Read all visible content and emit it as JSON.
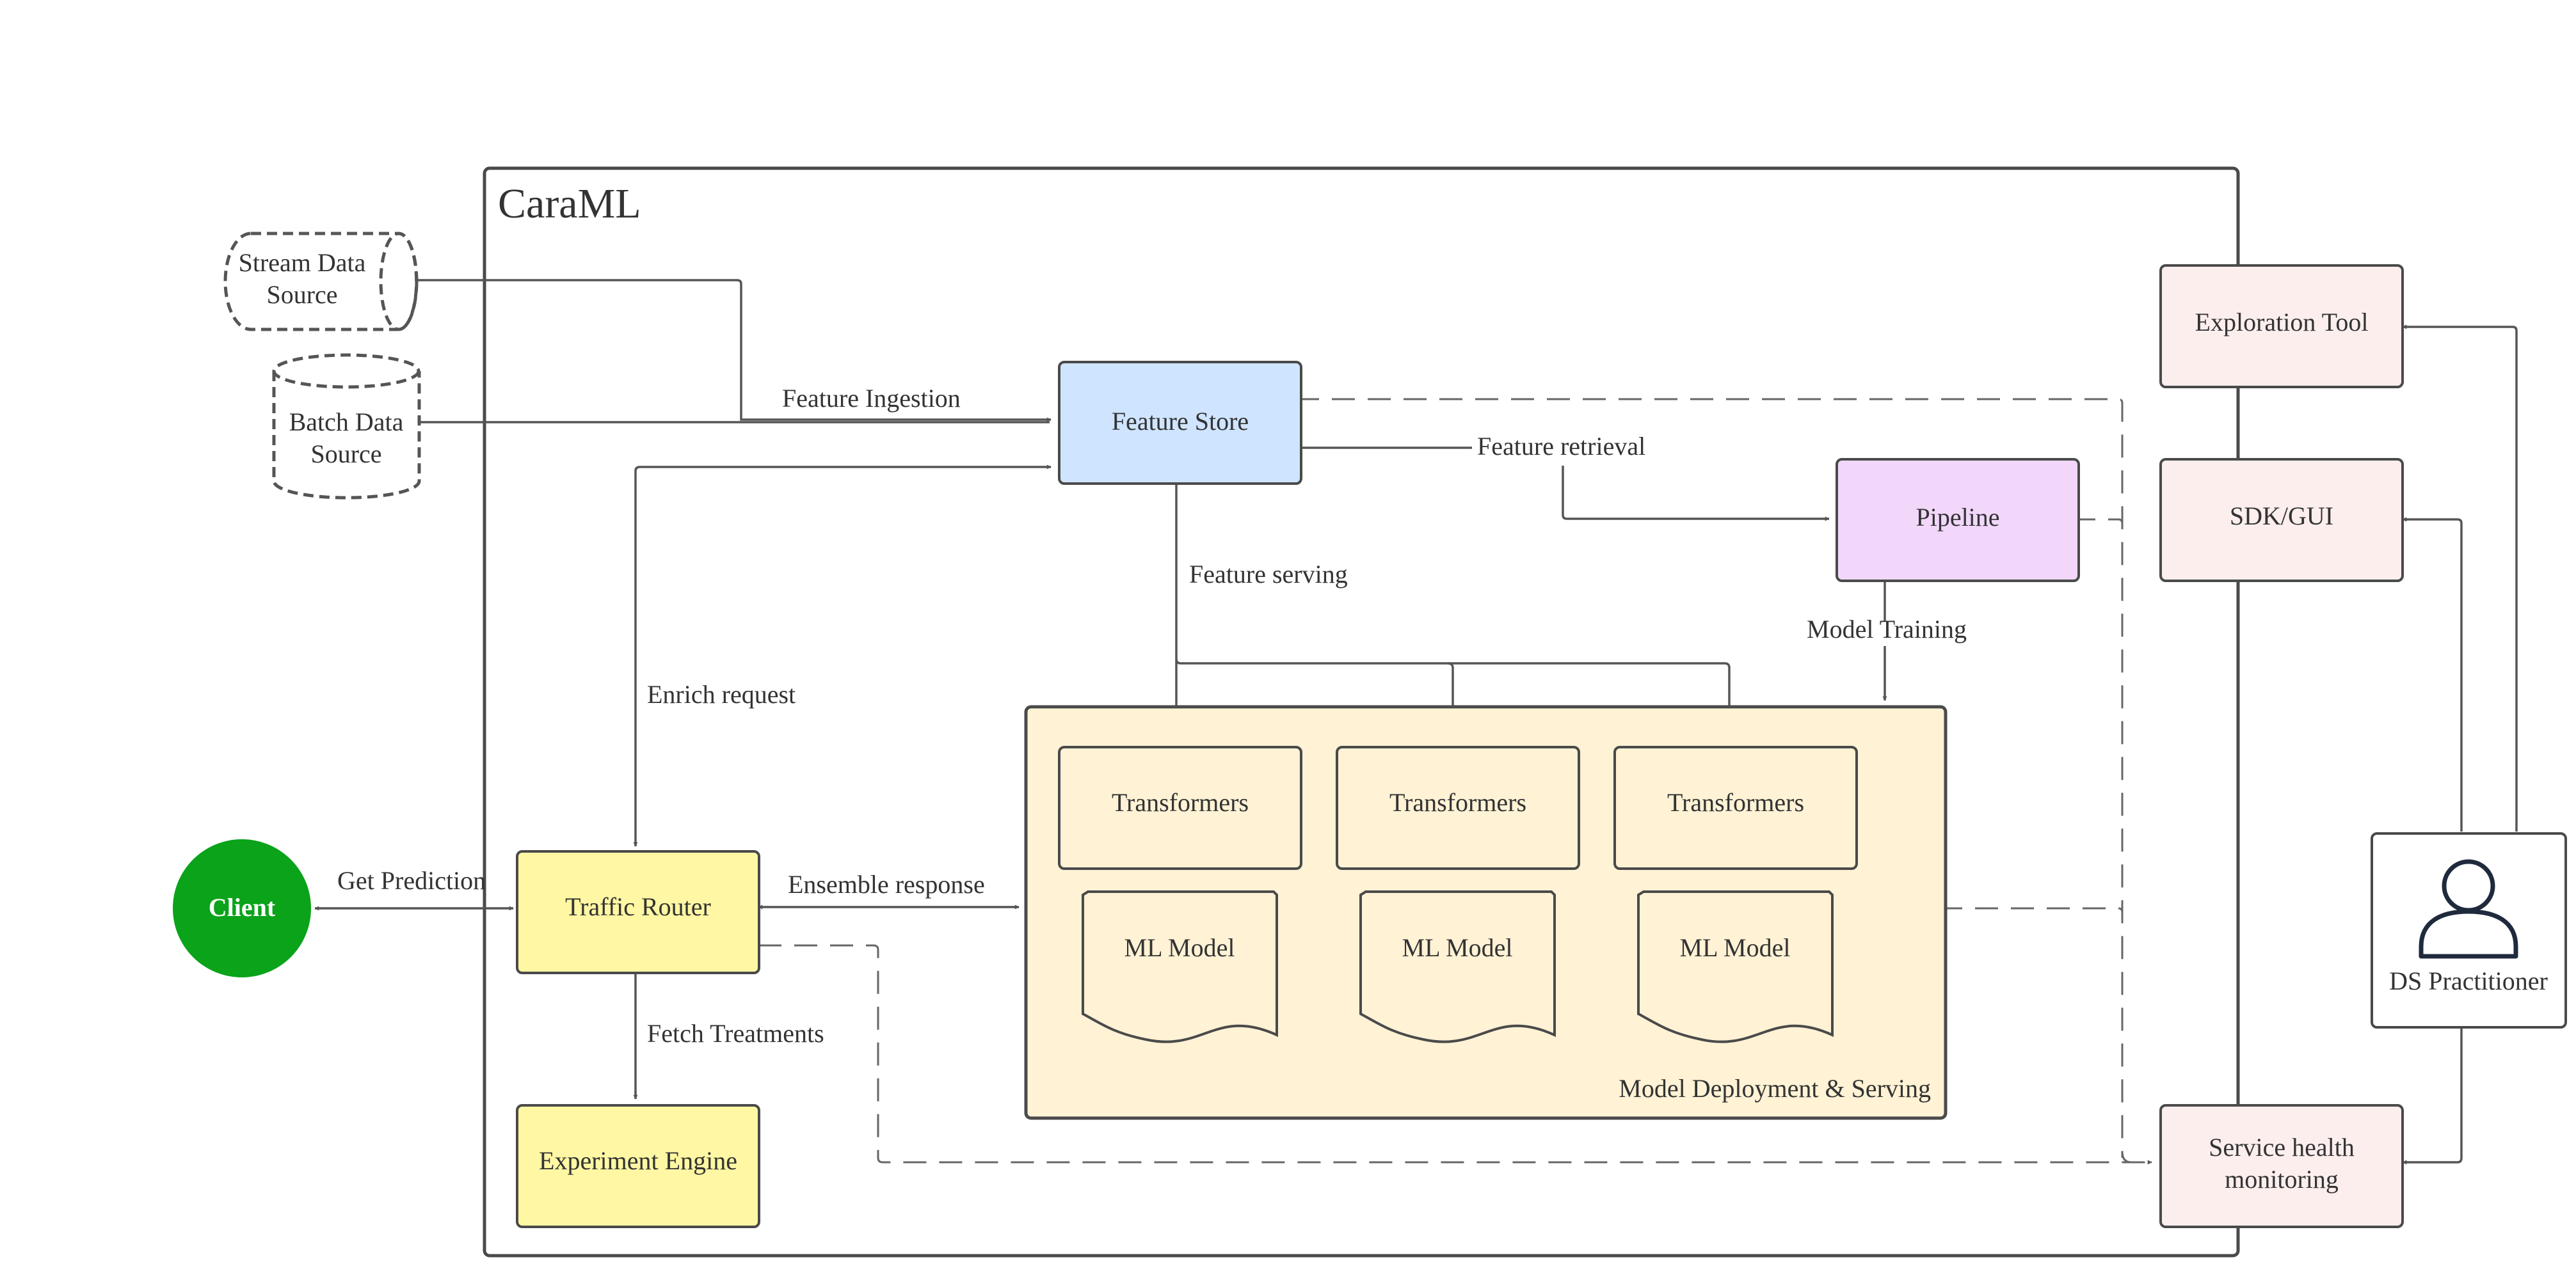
{
  "title": "CaraML",
  "nodes": {
    "stream_source": {
      "line1": "Stream Data",
      "line2": "Source"
    },
    "batch_source": {
      "line1": "Batch Data",
      "line2": "Source"
    },
    "feature_store": "Feature Store",
    "pipeline": "Pipeline",
    "traffic_router": "Traffic Router",
    "experiment_engine": "Experiment Engine",
    "client": "Client",
    "transformers": [
      "Transformers",
      "Transformers",
      "Transformers"
    ],
    "ml_models": [
      "ML Model",
      "ML Model",
      "ML Model"
    ],
    "model_deployment_group": "Model Deployment & Serving",
    "exploration_tool": "Exploration Tool",
    "sdk_gui": "SDK/GUI",
    "service_health": {
      "line1": "Service health",
      "line2": "monitoring"
    },
    "ds_practitioner": "DS Practitioner"
  },
  "edges": {
    "feature_ingestion": "Feature Ingestion",
    "feature_retrieval": "Feature retrieval",
    "feature_serving": "Feature serving",
    "model_training": "Model Training",
    "enrich_request": "Enrich request",
    "get_prediction": "Get Prediction",
    "ensemble_response": "Ensemble response",
    "fetch_treatments": "Fetch Treatments"
  },
  "colors": {
    "feature_store": "#cfe4ff",
    "pipeline": "#f2d7fb",
    "router": "#fff7a3",
    "deployment": "#fff2d5",
    "external": "#fdeeee",
    "client": "#0aa31a",
    "lines": "#555555"
  }
}
